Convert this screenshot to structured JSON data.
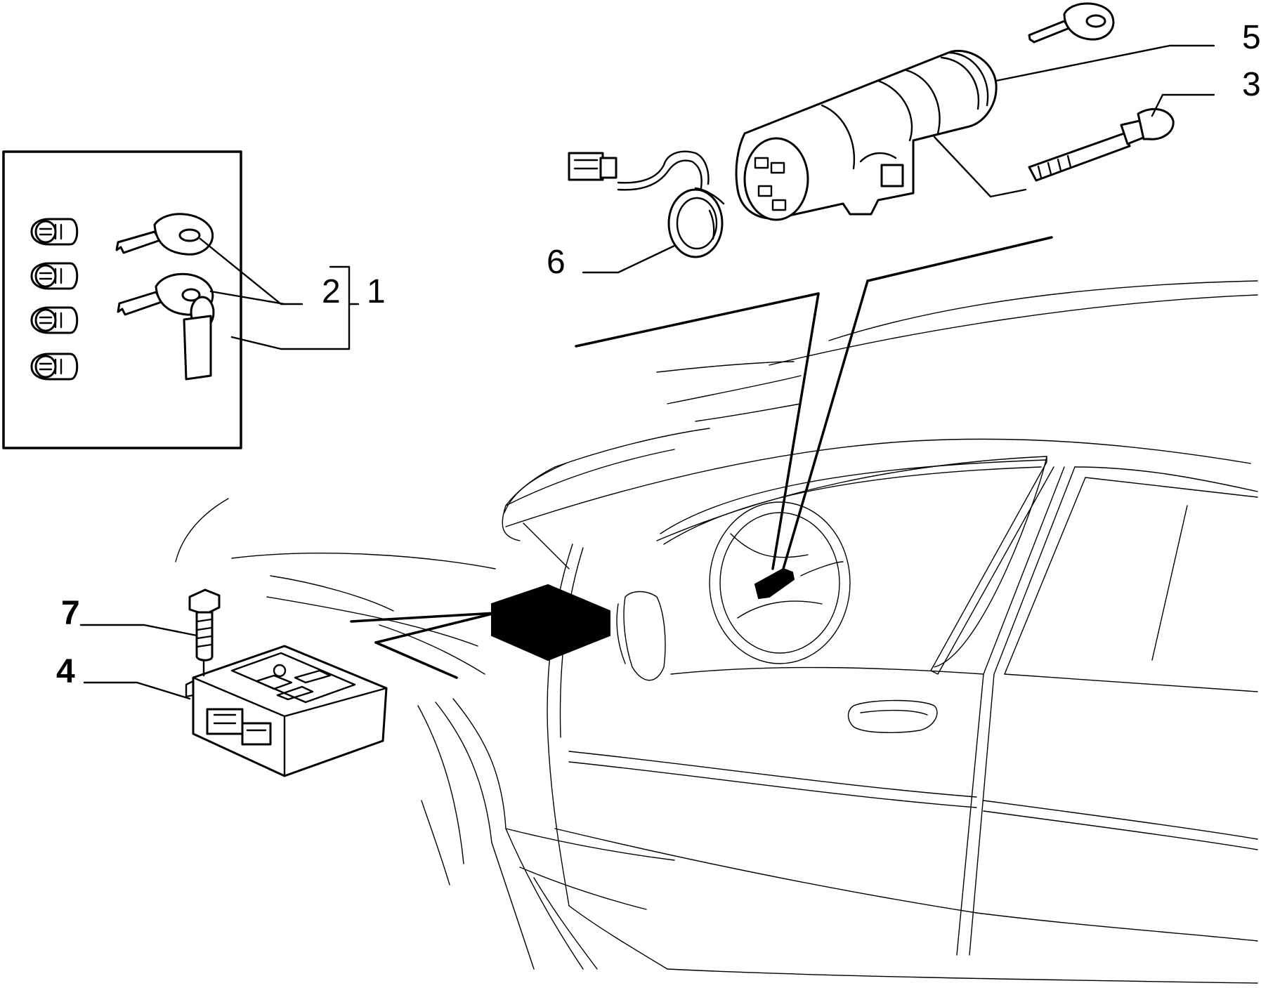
{
  "callouts": {
    "c1": "1",
    "c2": "2",
    "c3": "3",
    "c4": "4",
    "c5": "5",
    "c6": "6",
    "c7": "7"
  },
  "colors": {
    "ink": "#000000",
    "paper": "#ffffff"
  },
  "icons": [
    "lock-cylinder-icon",
    "ignition-key-icon",
    "ignition-switch-icon",
    "antenna-ring-icon",
    "control-unit-icon",
    "bolt-icon",
    "car-outline-icon"
  ]
}
